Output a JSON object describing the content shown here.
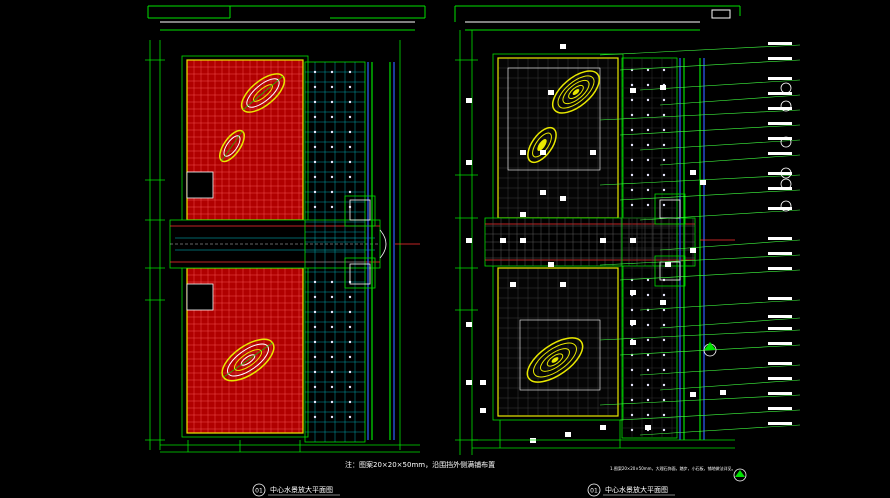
{
  "drawing": {
    "background": "#000000",
    "colors": {
      "frame_green": "#00e000",
      "wall_yellow": "#e8e800",
      "dim_white": "#ffffff",
      "hatch_red": "#c00000",
      "grid_cyan": "#00c8d0",
      "accent_blue": "#3060ff",
      "leader_green": "#40ff40",
      "dot_white": "#e8e8ff",
      "tag_red": "#ff2020",
      "tag_magenta": "#ff40ff"
    }
  },
  "left_plan": {
    "title": "中心水景放大平面图",
    "number": "01",
    "note": "注：图案20×20×50mm，沿围挡外侧满铺布置"
  },
  "right_plan": {
    "title": "中心水景放大平面图",
    "number": "01",
    "note": "1.图案20×20×50mm，大理石饰面，踏步，小石板，铺地做法详见。"
  },
  "icons": {
    "north_arrow": "north-arrow-icon",
    "section_marker": "section-marker-icon"
  }
}
